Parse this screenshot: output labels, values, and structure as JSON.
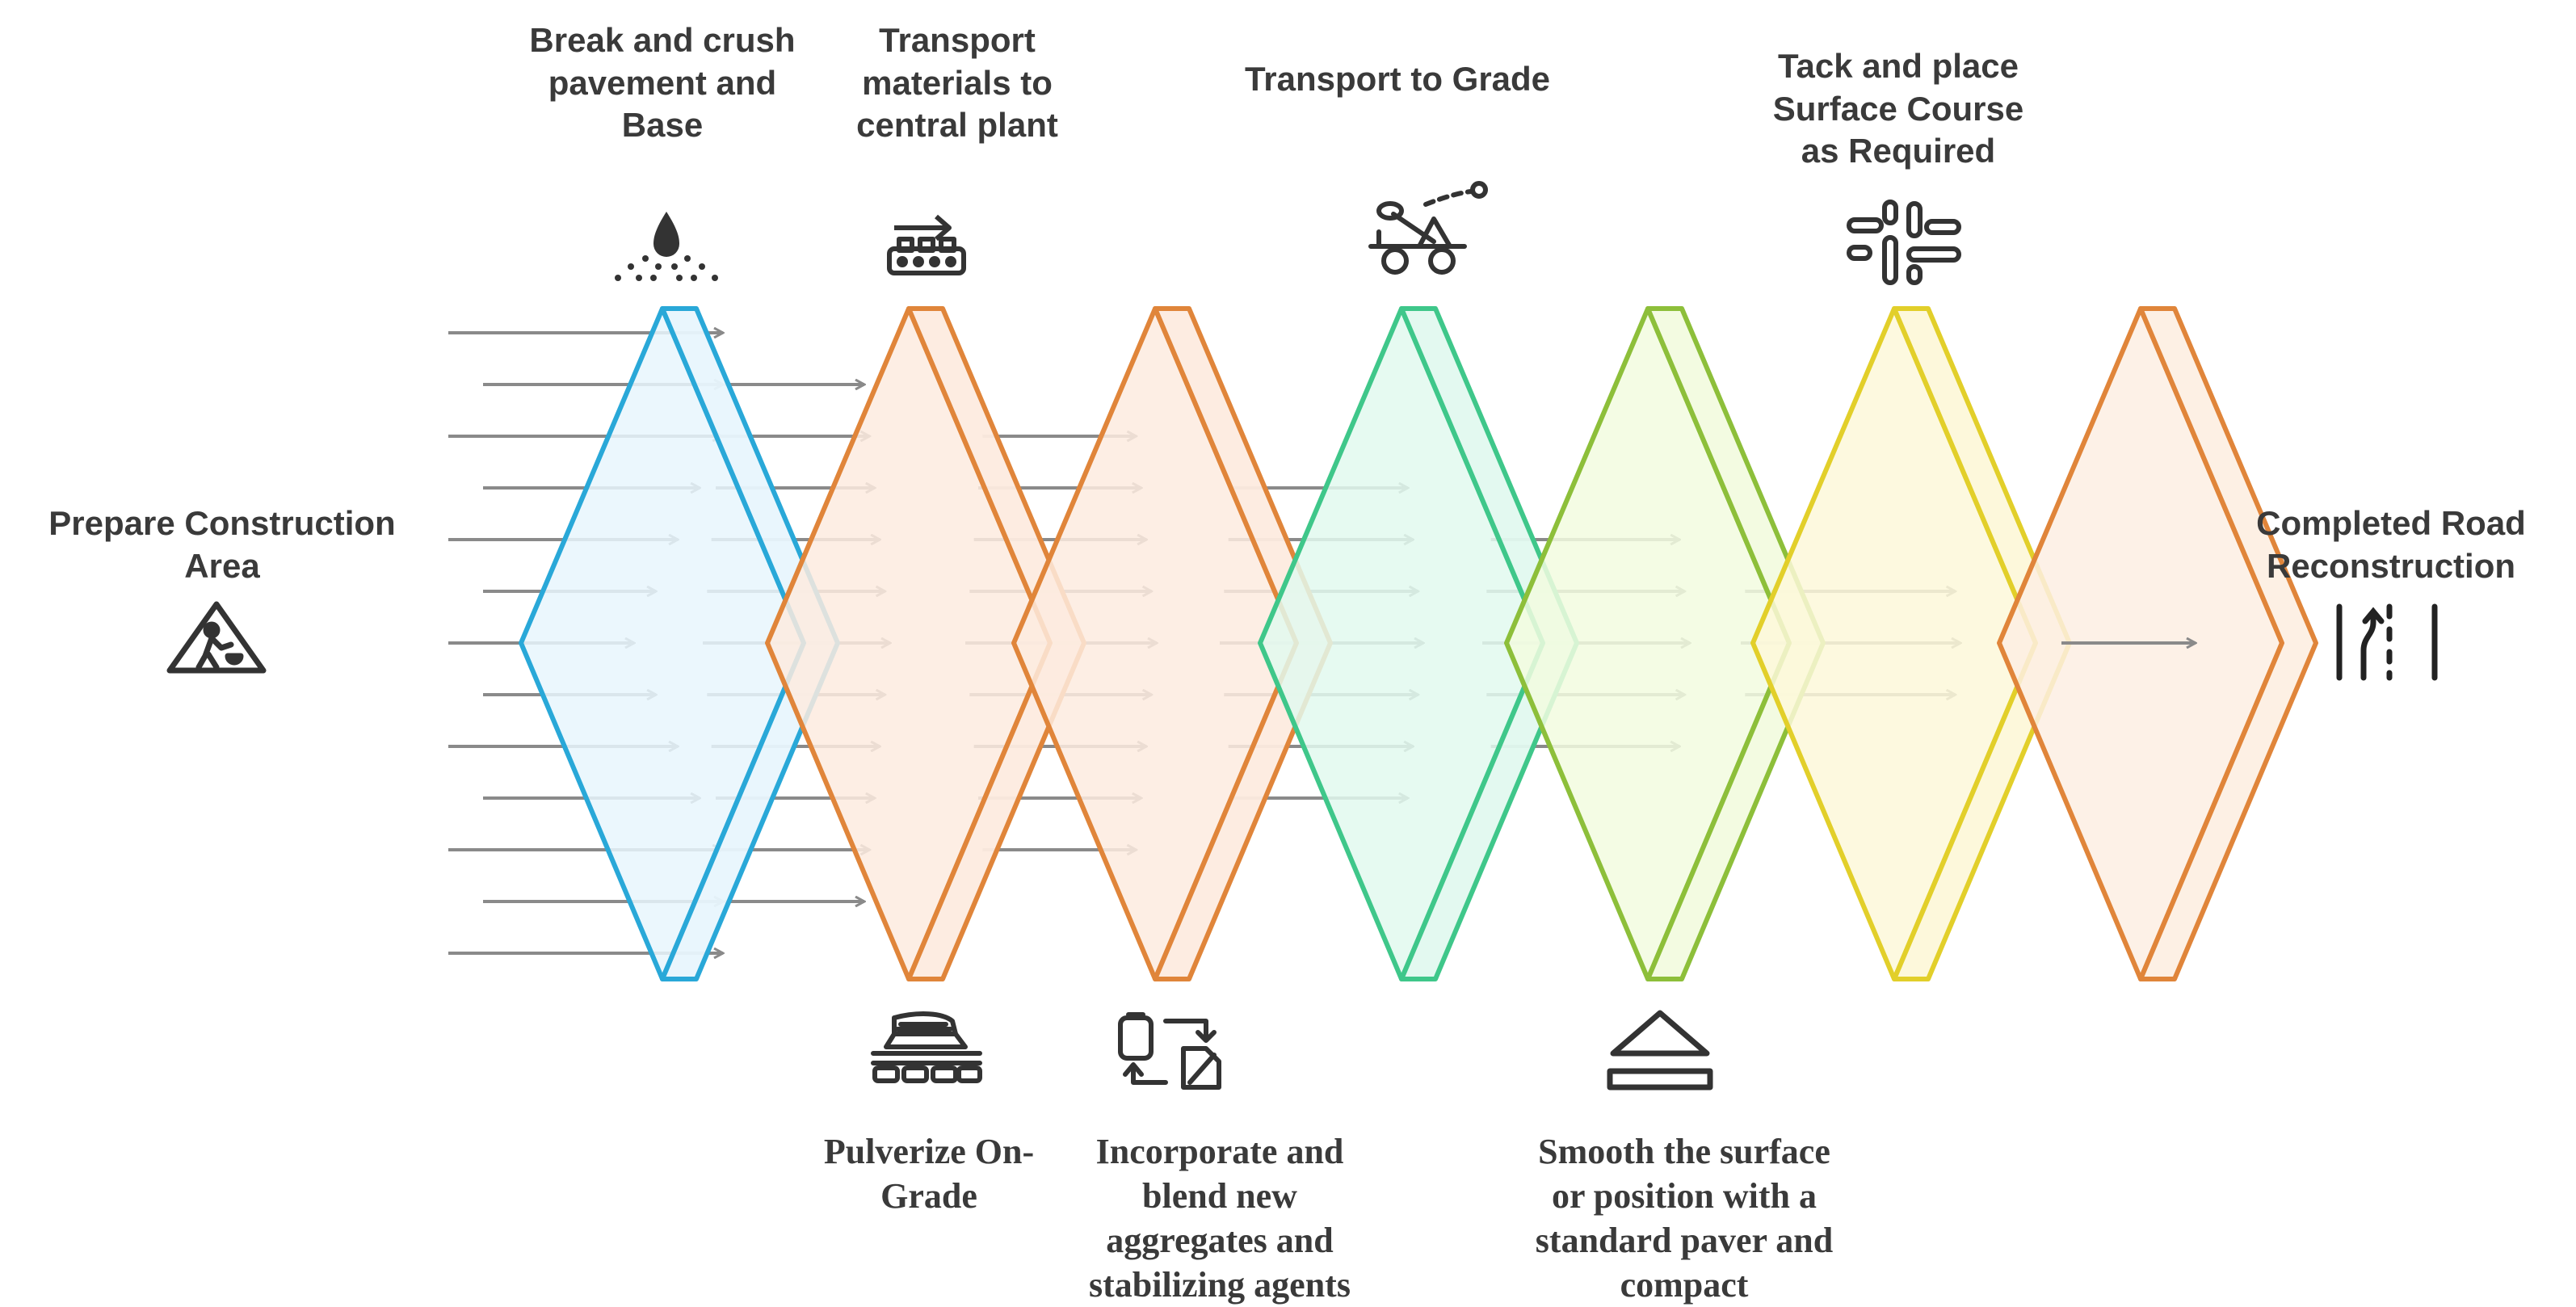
{
  "start": {
    "label_lines": [
      "Prepare Construction",
      "Area"
    ],
    "icon": "construction-worker-sign-icon"
  },
  "end": {
    "label_lines": [
      "Completed Road",
      "Reconstruction"
    ],
    "icon": "road-lanes-icon"
  },
  "stages": [
    {
      "id": "stage-1",
      "position": "top",
      "label_lines": [
        "Break and crush",
        "pavement and",
        "Base"
      ],
      "icon": "spray-nozzle-icon",
      "stroke": "#29a8d8",
      "fill": "#e8f6fd"
    },
    {
      "id": "stage-2",
      "position": "top",
      "label_lines": [
        "Transport",
        "materials to",
        "central plant"
      ],
      "icon": "conveyor-transport-icon",
      "stroke": "#e0853a",
      "fill": "#fdebdf"
    },
    {
      "id": "stage-3",
      "position": "bottom",
      "label_lines": [
        "Pulverize On-",
        "Grade"
      ],
      "icon": "pulverizer-machine-icon",
      "stroke": "#e0853a",
      "fill": "#fdebdf"
    },
    {
      "id": "stage-4",
      "position": "bottom",
      "label_lines": [
        "Incorporate and",
        "blend new",
        "aggregates and",
        "stabilizing agents"
      ],
      "icon": "blend-cycle-icon",
      "stroke": "#3fc78a",
      "fill": "#e2f9ef"
    },
    {
      "id": "stage-5",
      "position": "top",
      "label_lines": [
        "Transport to Grade"
      ],
      "icon": "catapult-cart-icon",
      "stroke": "#8dbf3a",
      "fill": "#f2fbdf"
    },
    {
      "id": "stage-6",
      "position": "bottom",
      "label_lines": [
        "Smooth the surface",
        "or position with a",
        "standard paver and",
        "compact"
      ],
      "icon": "eject-paver-icon",
      "stroke": "#e2cf2a",
      "fill": "#fdf8d9"
    },
    {
      "id": "stage-7",
      "position": "top",
      "label_lines": [
        "Tack and place",
        "Surface Course",
        "as Required"
      ],
      "icon": "surface-course-pattern-icon",
      "stroke": "#e0853a",
      "fill": "#fdefe3"
    }
  ]
}
